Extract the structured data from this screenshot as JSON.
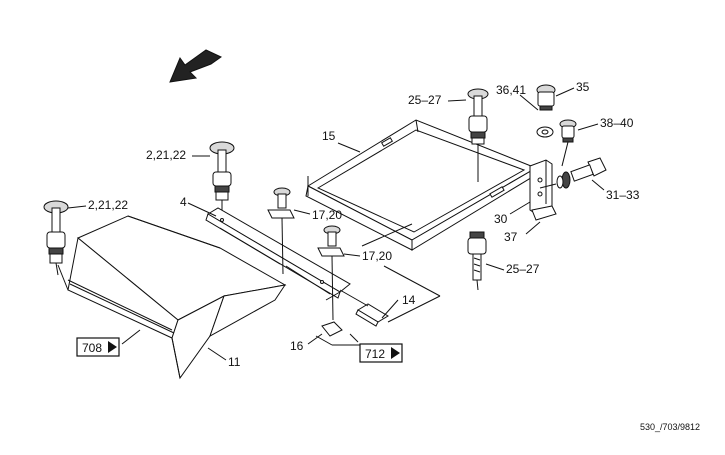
{
  "labels": {
    "l_2_21_22_a": "2,21,22",
    "l_2_21_22_b": "2,21,22",
    "l_4": "4",
    "l_15": "15",
    "l_17_20_a": "17,20",
    "l_17_20_b": "17,20",
    "l_25_27_a": "25–27",
    "l_25_27_b": "25–27",
    "l_36_41": "36,41",
    "l_35": "35",
    "l_38_40": "38–40",
    "l_31_33": "31–33",
    "l_30": "30",
    "l_37": "37",
    "l_14": "14",
    "l_16": "16",
    "l_11": "11"
  },
  "refs": {
    "ref_708": "708",
    "ref_712": "712"
  },
  "doc_code": "530_/703/9812"
}
